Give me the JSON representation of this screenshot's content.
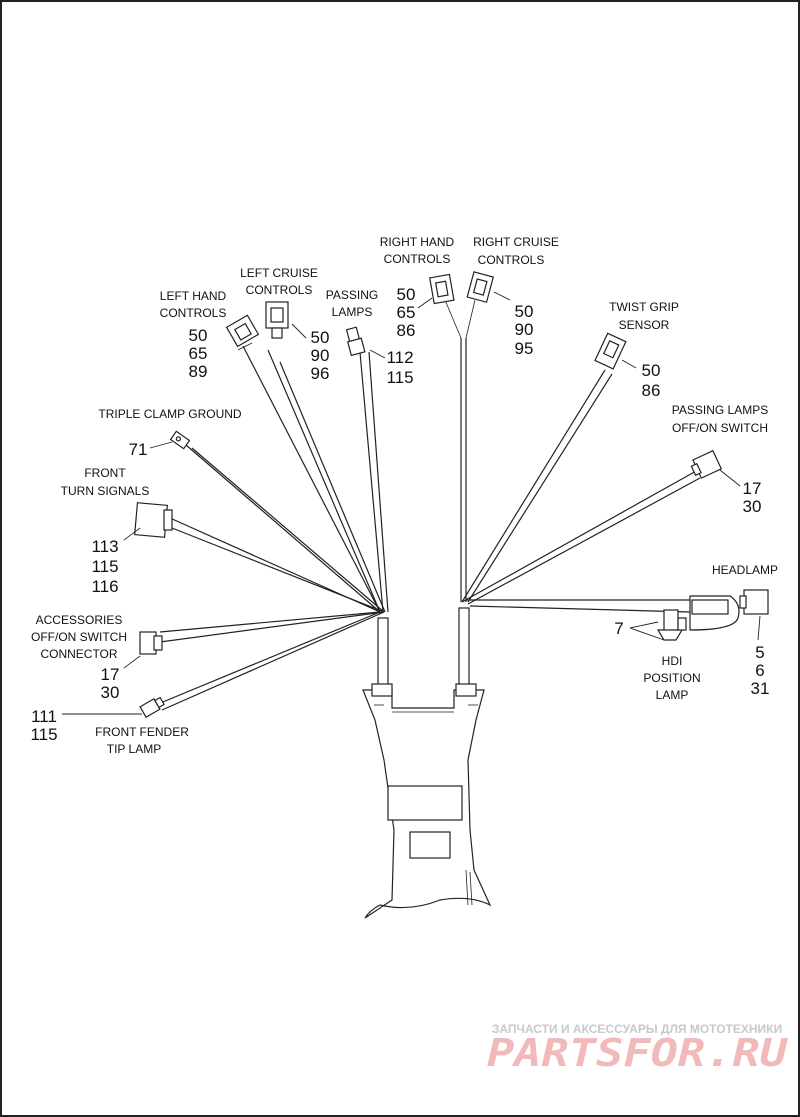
{
  "callouts": {
    "left_hand_controls": {
      "label_lines": [
        "LEFT HAND",
        "CONTROLS"
      ],
      "numbers": [
        "50",
        "65",
        "89"
      ]
    },
    "left_cruise_controls": {
      "label_lines": [
        "LEFT CRUISE",
        "CONTROLS"
      ],
      "numbers": [
        "50",
        "90",
        "96"
      ]
    },
    "passing_lamps": {
      "label_lines": [
        "PASSING",
        "LAMPS"
      ],
      "numbers": [
        "112",
        "115"
      ]
    },
    "right_hand_controls": {
      "label_lines": [
        "RIGHT HAND",
        "CONTROLS"
      ],
      "numbers": [
        "50",
        "65",
        "86"
      ]
    },
    "right_cruise_controls": {
      "label_lines": [
        "RIGHT CRUISE",
        "CONTROLS"
      ],
      "numbers": [
        "50",
        "90",
        "95"
      ]
    },
    "twist_grip_sensor": {
      "label_lines": [
        "TWIST GRIP",
        "SENSOR"
      ],
      "numbers": [
        "50",
        "86"
      ]
    },
    "passing_lamps_switch": {
      "label_lines": [
        "PASSING LAMPS",
        "OFF/ON SWITCH"
      ],
      "numbers": [
        "17",
        "30"
      ]
    },
    "triple_clamp_ground": {
      "label_lines": [
        "TRIPLE CLAMP GROUND"
      ],
      "numbers": [
        "71"
      ]
    },
    "front_turn_signals": {
      "label_lines": [
        "FRONT",
        "TURN SIGNALS"
      ],
      "numbers": [
        "113",
        "115",
        "116"
      ]
    },
    "headlamp": {
      "label_lines": [
        "HEADLAMP"
      ],
      "numbers": [
        "5",
        "6",
        "31"
      ]
    },
    "hdi_position_lamp": {
      "label_lines": [
        "HDI",
        "POSITION",
        "LAMP"
      ],
      "numbers": [
        "7"
      ]
    },
    "accessories_switch": {
      "label_lines": [
        "ACCESSORIES",
        "OFF/ON SWITCH",
        "CONNECTOR"
      ],
      "numbers": [
        "17",
        "30"
      ]
    },
    "front_fender_tip_lamp": {
      "label_lines": [
        "FRONT FENDER",
        "TIP LAMP"
      ],
      "numbers": [
        "111",
        "115"
      ]
    }
  },
  "watermark": {
    "line1": "ЗАПЧАСТИ И АКСЕССУАРЫ ДЛЯ МОТОТЕХНИКИ",
    "line2": "PARTSFOR.RU"
  },
  "colors": {
    "line": "#222222",
    "watermark_red": "#f1b9b9"
  }
}
